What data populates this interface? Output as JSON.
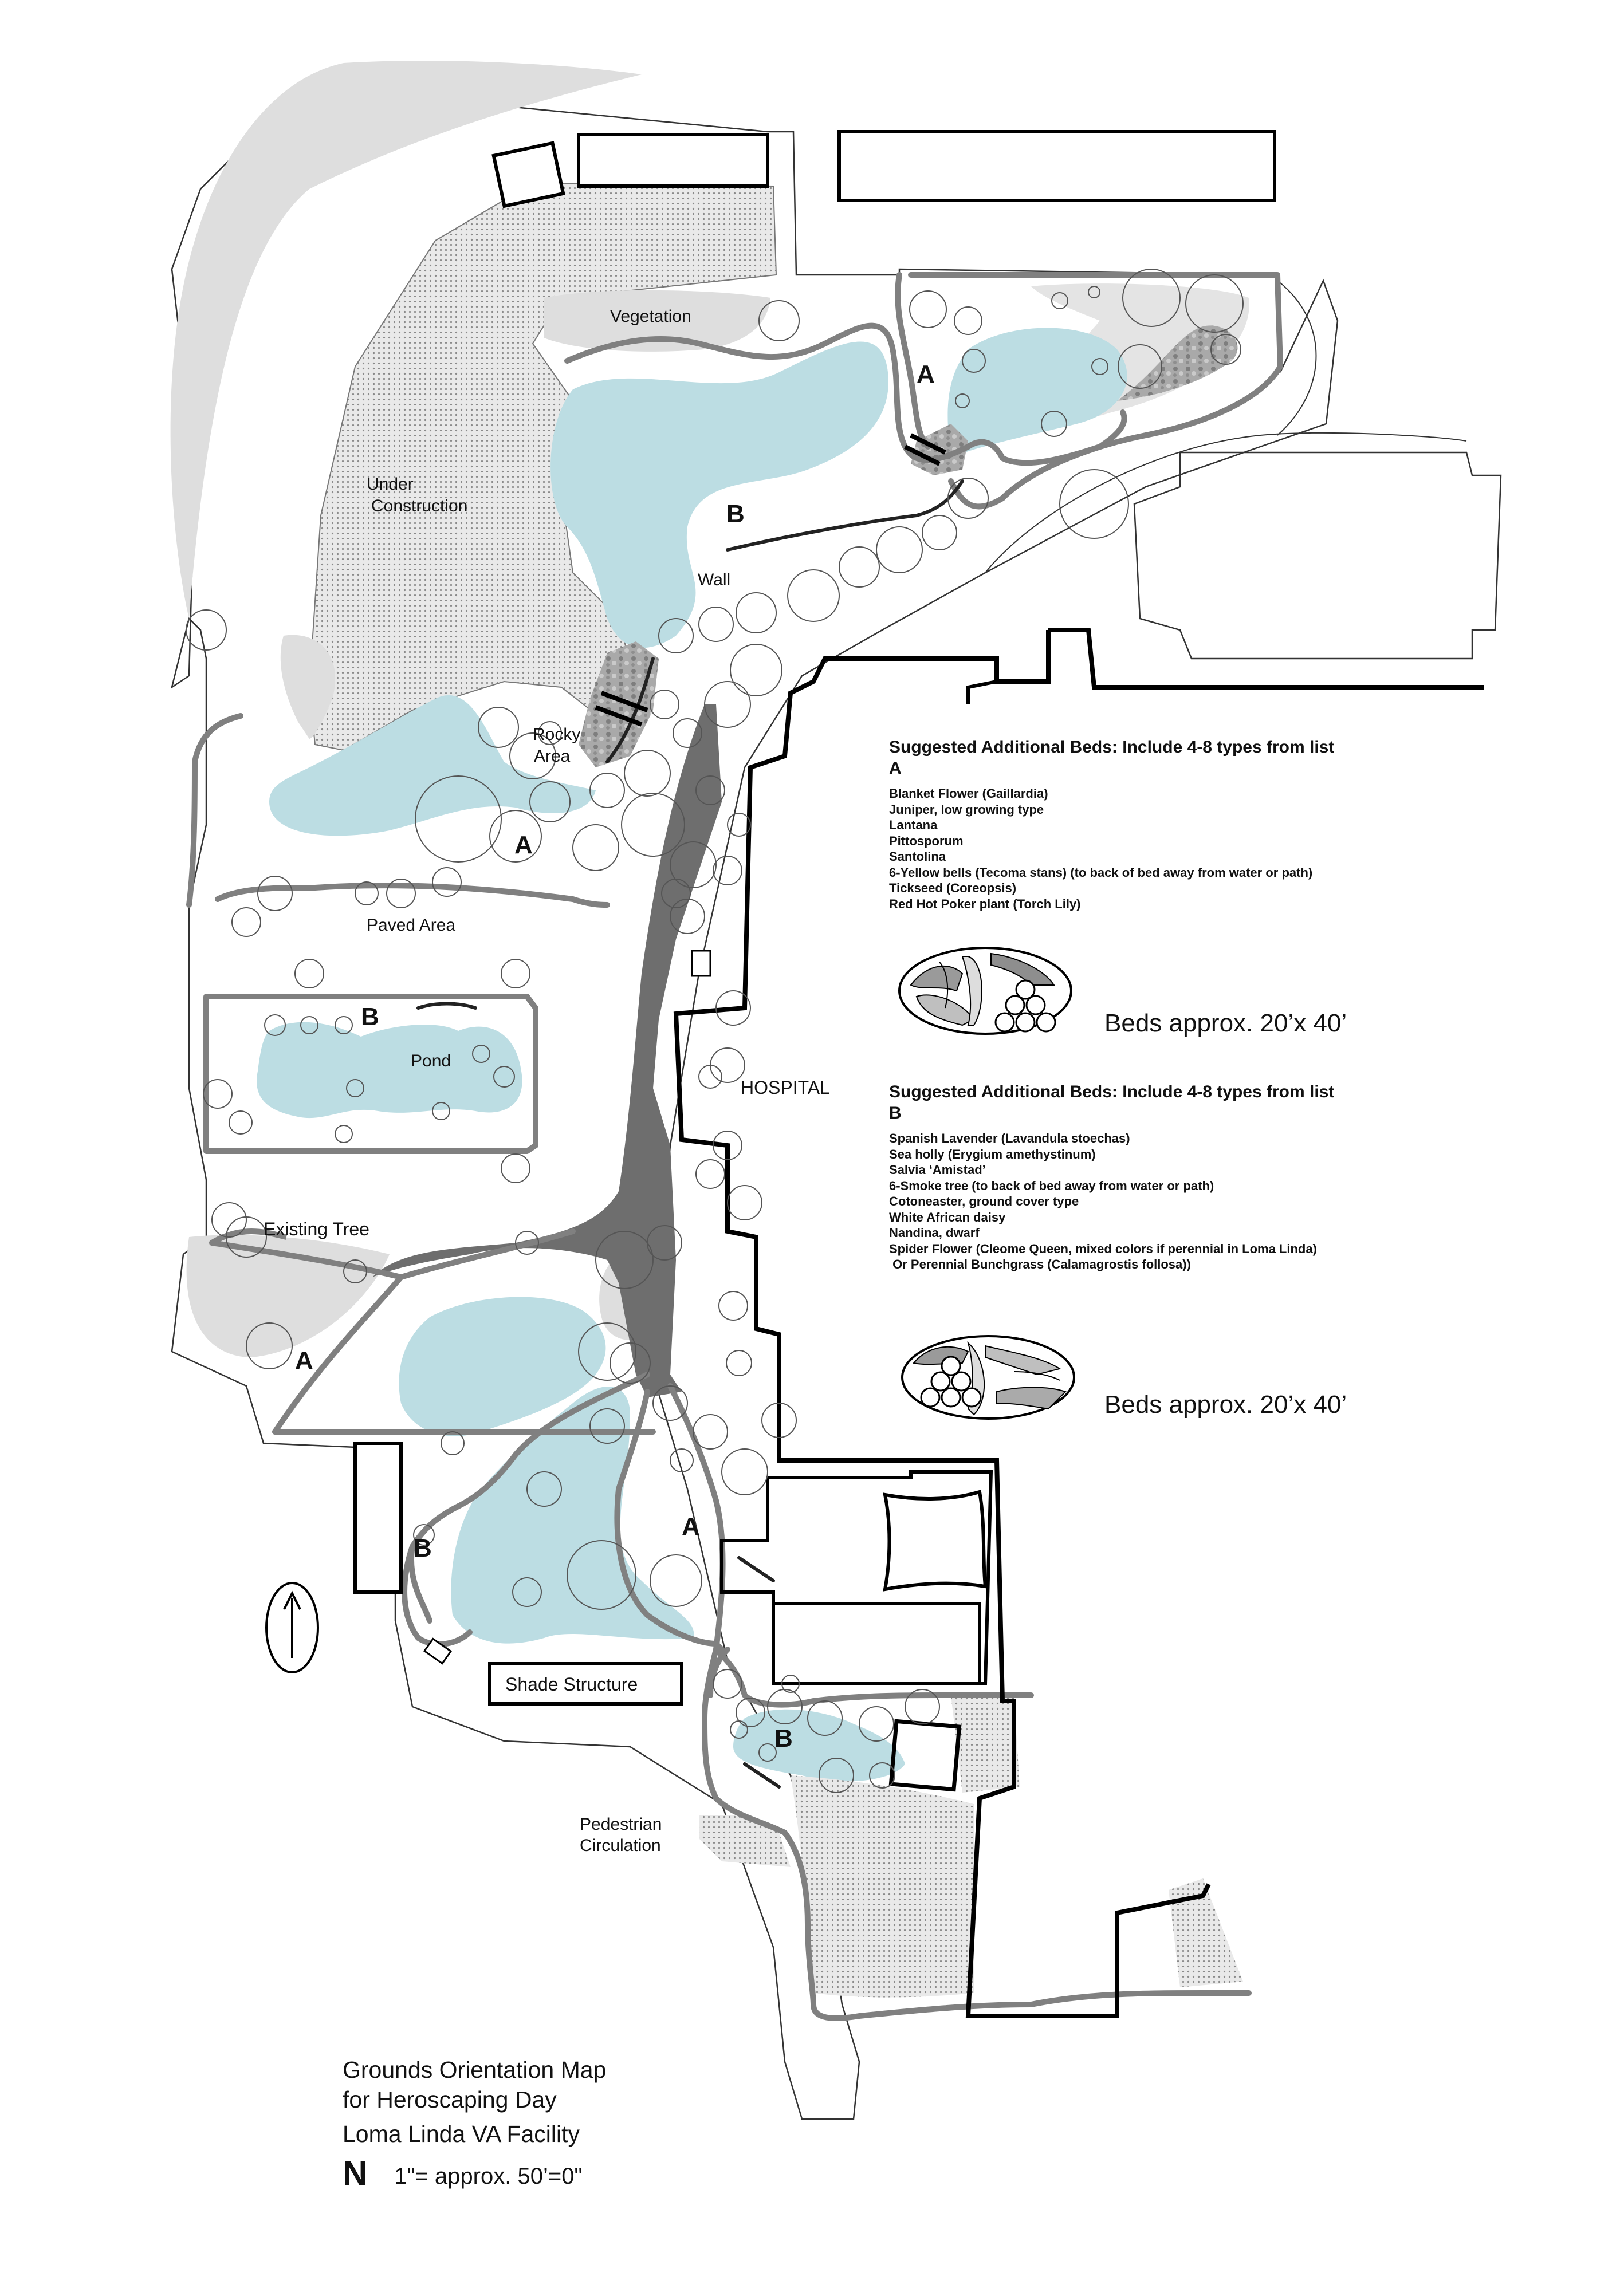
{
  "map_labels": {
    "vegetation": "Vegetation",
    "under_construction_line1": "Under",
    "under_construction_line2": "Construction",
    "wall": "Wall",
    "rocky_line1": "Rocky",
    "rocky_line2": "Area",
    "paved_area": "Paved Area",
    "pond": "Pond",
    "hospital": "HOSPITAL",
    "existing_tree": "Existing Tree",
    "shade_structure": "Shade Structure",
    "pedestrian_line1": "Pedestrian",
    "pedestrian_line2": "Circulation"
  },
  "zone_markers": {
    "a": "A",
    "b": "B"
  },
  "legend_a": {
    "heading": "Suggested Additional Beds: Include 4-8 types from list",
    "group": "A",
    "plants": [
      "Blanket Flower (Gaillardia)",
      "Juniper, low growing type",
      "Lantana",
      "Pittosporum",
      "Santolina",
      "6-Yellow bells (Tecoma stans) (to back of bed away from water or path)",
      "Tickseed (Coreopsis)",
      "Red Hot Poker plant (Torch Lily)"
    ],
    "bed_size": "Beds approx. 20’x 40’"
  },
  "legend_b": {
    "heading": "Suggested Additional Beds: Include 4-8 types from list",
    "group": "B",
    "plants": [
      "Spanish Lavender (Lavandula stoechas)",
      "Sea holly (Erygium amethystinum)",
      "Salvia ‘Amistad’",
      "6-Smoke tree (to back of bed away from water or path)",
      "Cotoneaster, ground cover type",
      "White African daisy",
      "Nandina, dwarf",
      "Spider Flower (Cleome Queen, mixed colors if perennial in Loma Linda)",
      " Or Perennial Bunchgrass (Calamagrostis follosa))"
    ],
    "bed_size": "Beds approx. 20’x 40’"
  },
  "title_block": {
    "line1": "Grounds Orientation Map",
    "line2": "for Heroscaping Day",
    "facility": "Loma Linda VA Facility"
  },
  "scale": {
    "north": "N",
    "text": "1\"= approx. 50’=0\""
  },
  "colors": {
    "water": "#bcdde3",
    "vegetation": "#dedede",
    "path": "#808080",
    "main_walk": "#6e6e6e",
    "rock": "#9d9d9d"
  },
  "icons": {
    "north_arrow": "north-arrow-icon"
  }
}
